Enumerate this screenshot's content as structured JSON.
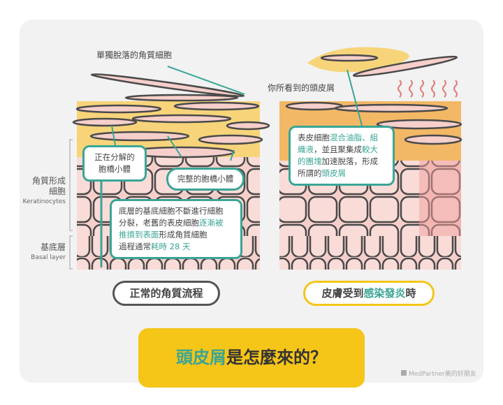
{
  "left": {
    "shed_label": "單獨脫落的角質細胞",
    "decomposing": [
      "正在分解的",
      "胞橋小體"
    ],
    "intact": "完整的胞橋小體",
    "process": [
      [
        {
          "t": "底層的基底細胞不斷進行細胞",
          "h": false
        }
      ],
      [
        {
          "t": "分裂，老舊的表皮細胞",
          "h": false
        },
        {
          "t": "逐漸被",
          "h": true
        }
      ],
      [
        {
          "t": "推擠到表面",
          "h": true
        },
        {
          "t": "形成角質細胞",
          "h": false
        }
      ],
      [
        {
          "t": "過程通常",
          "h": false
        },
        {
          "t": "耗時 28 天",
          "h": true
        }
      ]
    ],
    "caption": "正常的角質流程"
  },
  "right": {
    "dandruff_label": "你所看到的頭皮屑",
    "desc": [
      [
        {
          "t": "表皮細胞",
          "h": false
        },
        {
          "t": "混合油脂、組",
          "h": true
        }
      ],
      [
        {
          "t": "織液",
          "h": true
        },
        {
          "t": "，並且聚集成",
          "h": false
        },
        {
          "t": "較大",
          "h": true
        }
      ],
      [
        {
          "t": "的團塊",
          "h": true
        },
        {
          "t": "加速脫落，形成",
          "h": false
        }
      ],
      [
        {
          "t": "所謂的",
          "h": false
        },
        {
          "t": "頭皮屑",
          "h": true
        }
      ]
    ],
    "caption_parts": [
      {
        "t": "皮膚受到",
        "h": false
      },
      {
        "t": "感染發炎",
        "h": true
      },
      {
        "t": "時",
        "h": false
      }
    ]
  },
  "side": {
    "keratinocytes_zh": [
      "角質形成",
      "細胞"
    ],
    "keratinocytes_en": "Keratinocytes",
    "basal_zh": "基底層",
    "basal_en": "Basal layer"
  },
  "title": {
    "highlight": "頭皮屑",
    "rest": "是怎麼來的？"
  },
  "watermark": "MedPartner美的好朋友",
  "colors": {
    "teal": "#3aa596",
    "yellow": "#f5c518",
    "pink": "#f4c9c6",
    "red": "#e07b7b"
  }
}
